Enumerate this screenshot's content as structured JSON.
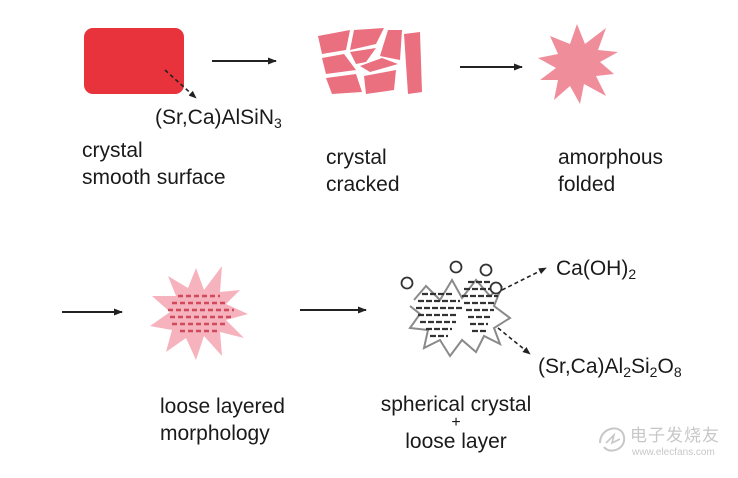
{
  "stages": [
    {
      "label_lines": [
        "crystal",
        "smooth surface"
      ],
      "color": "#e8323c"
    },
    {
      "label_lines": [
        "crystal",
        "cracked"
      ],
      "color": "#ea6f7f"
    },
    {
      "label_lines": [
        "amorphous",
        "folded"
      ],
      "color": "#f08d9b"
    },
    {
      "label_lines": [
        "loose layered",
        "morphology"
      ],
      "color": "#f6b3bd"
    },
    {
      "label_lines": [
        "spherical crystal",
        "+",
        "loose layer"
      ],
      "color": "#444444"
    }
  ],
  "compounds": {
    "nitride": {
      "base": "(Sr,Ca)AlSiN",
      "sub": "3"
    },
    "hydroxide": {
      "base": "Ca(OH)",
      "sub": "2"
    },
    "feldspar": {
      "parts": [
        "(Sr,Ca)Al",
        "2",
        "Si",
        "2",
        "O",
        "8"
      ]
    }
  },
  "watermark": {
    "text": "电子发烧友",
    "url": "www.elecfans.com"
  }
}
